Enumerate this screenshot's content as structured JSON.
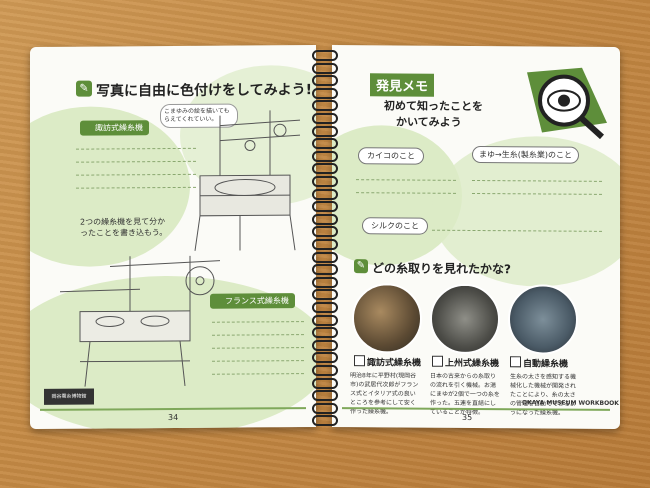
{
  "left_page": {
    "title": "写真に自由に色付けをしてみよう!",
    "bubble_note": "こまゆみの絵を描いてもらえてくれていい。",
    "label_suwa": "諏訪式繰糸機",
    "compare_note": "2つの繰糸機を見て分かったことを書き込もう。",
    "label_france": "フランス式繰糸機",
    "page_number": "34",
    "footer_brand": "岡谷蚕糸博物館"
  },
  "right_page": {
    "title": "発見メモ",
    "subtitle_line1": "初めて知ったことを",
    "subtitle_line2": "かいてみよう",
    "memo_kaiko": "カイコのこと",
    "memo_mayu": "まゆ→生糸(製糸業)のこと",
    "memo_silk": "シルクのこと",
    "section_title": "どの糸取りを見れたかな?",
    "check_suwa": "諏訪式繰糸機",
    "check_joshu": "上州式繰糸機",
    "check_auto": "自動繰糸機",
    "desc_suwa": "明治8年に平野村(現岡谷市)の武居代次郎がフランス式とイタリア式の良いところを参考にして安く作った繰糸機。",
    "desc_joshu": "日本の古来からの糸取りの流れを引く機械。お湯にまゆが2個で一つの糸を作った。五連を直結にしていることが特徴。",
    "desc_auto": "生糸の太さを感知する機械化した機械が開発されたことにより、糸の太さの管理を自動でできるようになった繰糸機。",
    "page_number": "35",
    "footer_text": "OKAYA MUSEUM WORKBOOK"
  },
  "colors": {
    "accent": "#5e8e3a",
    "blob": "#dcebc6"
  }
}
